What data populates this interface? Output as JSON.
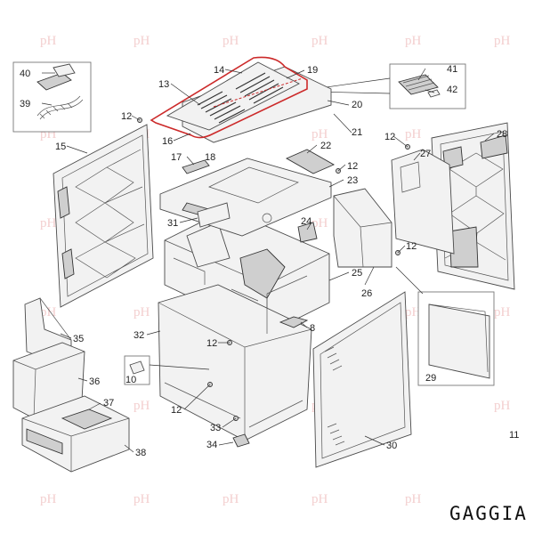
{
  "brand": "GAGGIA",
  "callouts": {
    "c40": "40",
    "c39": "39",
    "c14": "14",
    "c13": "13",
    "c19": "19",
    "c41": "41",
    "c42": "42",
    "c12a": "12",
    "c15": "15",
    "c16": "16",
    "c20": "20",
    "c21": "21",
    "c17": "17",
    "c18": "18",
    "c22": "22",
    "c12b": "12",
    "c23": "23",
    "c12c": "12",
    "c27": "27",
    "c28": "28",
    "c31": "31",
    "c24": "24",
    "c12d": "12",
    "c25": "25",
    "c26": "26",
    "c35": "35",
    "c32": "32",
    "c8": "8",
    "c12e": "12",
    "c10": "10",
    "c36": "36",
    "c29": "29",
    "c37": "37",
    "c12f": "12",
    "c33": "33",
    "c34": "34",
    "c30": "30",
    "c38": "38",
    "c11": "11"
  },
  "watermark": "pH",
  "colors": {
    "highlight": "#cc2a2a",
    "line": "#333333",
    "watermark": "#f3cfcf"
  }
}
